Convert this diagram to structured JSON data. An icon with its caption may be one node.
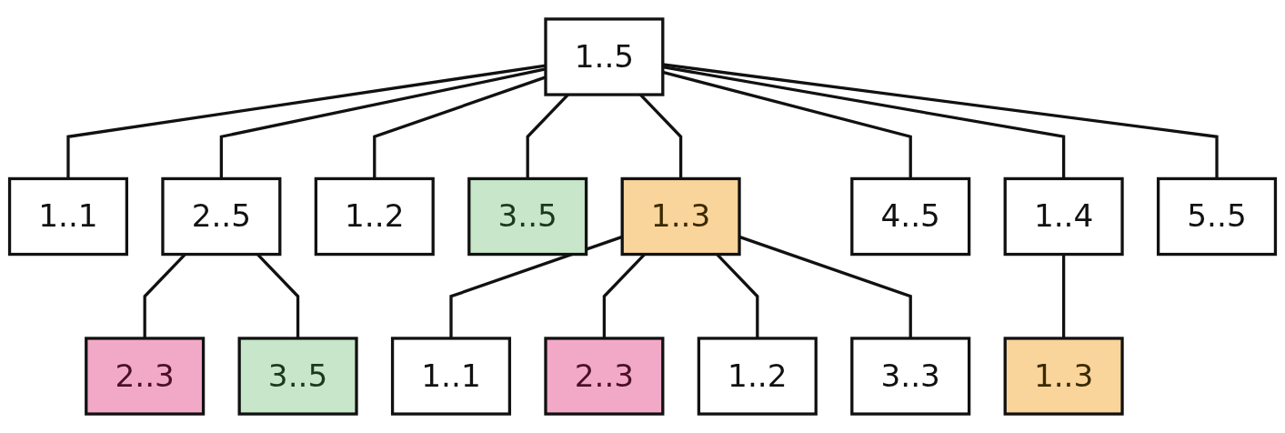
{
  "diagram": {
    "nodes": [
      {
        "text": [
          "1..5"
        ]
      },
      {
        "text": [
          "1..1"
        ]
      },
      {
        "text": [
          "2..5"
        ]
      },
      {
        "text": [
          "1..2"
        ]
      },
      {
        "text": [
          "3..5"
        ]
      },
      {
        "text": [
          "1..3"
        ]
      },
      {
        "text": [
          "4..5"
        ]
      },
      {
        "text": [
          "1..4"
        ]
      },
      {
        "text": [
          "5..5"
        ]
      },
      {
        "text": [
          "2..3"
        ]
      },
      {
        "text": [
          "3..5"
        ]
      },
      {
        "text": [
          "1..1"
        ]
      },
      {
        "text": [
          "2..3"
        ]
      },
      {
        "text": [
          "1..2"
        ]
      },
      {
        "text": [
          "3..3"
        ]
      },
      {
        "text": [
          "1..3"
        ]
      }
    ],
    "edges": [
      {
        "from": 0,
        "to": 1,
        "arrow": "none"
      },
      {
        "from": 0,
        "to": 2,
        "arrow": "none"
      },
      {
        "from": 0,
        "to": 3,
        "arrow": "none"
      },
      {
        "from": 0,
        "to": 4,
        "arrow": "none"
      },
      {
        "from": 0,
        "to": 5,
        "arrow": "none"
      },
      {
        "from": 0,
        "to": 6,
        "arrow": "none"
      },
      {
        "from": 0,
        "to": 7,
        "arrow": "none"
      },
      {
        "from": 0,
        "to": 8,
        "arrow": "none"
      },
      {
        "from": 2,
        "to": 9,
        "arrow": "none"
      },
      {
        "from": 2,
        "to": 10,
        "arrow": "none"
      },
      {
        "from": 5,
        "to": 11,
        "arrow": "none"
      },
      {
        "from": 5,
        "to": 12,
        "arrow": "none"
      },
      {
        "from": 5,
        "to": 13,
        "arrow": "none"
      },
      {
        "from": 5,
        "to": 14,
        "arrow": "none"
      },
      {
        "from": 7,
        "to": 15,
        "arrow": "none"
      }
    ]
  }
}
